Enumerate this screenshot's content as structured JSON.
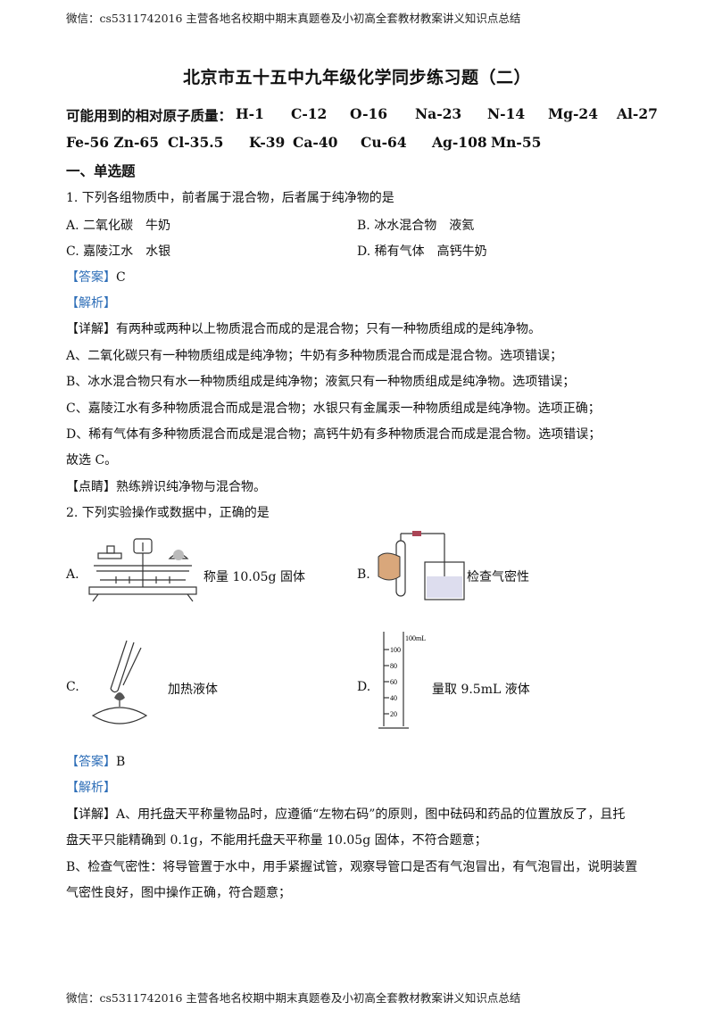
{
  "header": {
    "text": "微信：cs5311742016 主营各地名校期中期末真题卷及小初高全套教材教案讲义知识点总结"
  },
  "footer": {
    "text": "微信：cs5311742016 主营各地名校期中期末真题卷及小初高全套教材教案讲义知识点总结"
  },
  "title": "北京市五十五中九年级化学同步练习题（二）",
  "masses": {
    "label": "可能用到的相对原子质量：",
    "row1": [
      "H-1",
      "C-12",
      "O-16",
      "Na-23",
      "N-14",
      "Mg-24",
      "Al-27"
    ],
    "row2": [
      "Fe-56 Zn-65",
      "Cl-35.5",
      "K-39",
      "Ca-40",
      "Cu-64",
      "Ag-108",
      "Mn-55"
    ]
  },
  "section": "一、单选题",
  "q1": {
    "stem": "1. 下列各组物质中，前者属于混合物，后者属于纯净物的是",
    "options": {
      "A": "A. 二氧化碳　牛奶",
      "B": "B. 冰水混合物　液氦",
      "C": "C. 嘉陵江水　水银",
      "D": "D. 稀有气体　高钙牛奶"
    },
    "answer_tag": "【答案】",
    "answer": "C",
    "analysis_tag": "【解析】",
    "detail_tag": "【详解】",
    "detail": "有两种或两种以上物质混合而成的是混合物；只有一种物质组成的是纯净物。",
    "lines": [
      "A、二氧化碳只有一种物质组成是纯净物；牛奶有多种物质混合而成是混合物。选项错误；",
      "B、冰水混合物只有水一种物质组成是纯净物；液氦只有一种物质组成是纯净物。选项错误；",
      "C、嘉陵江水有多种物质混合而成是混合物；水银只有金属汞一种物质组成是纯净物。选项正确；",
      "D、稀有气体有多种物质混合而成是混合物；高钙牛奶有多种物质混合而成是混合物。选项错误；",
      "故选 C。"
    ],
    "comment_tag": "【点睛】",
    "comment": "熟练辨识纯净物与混合物。"
  },
  "q2": {
    "stem": "2. 下列实验操作或数据中，正确的是",
    "options": {
      "A_letter": "A.",
      "A_text": "称量 10.05g 固体",
      "B_letter": "B.",
      "B_text": "检查气密性",
      "C_letter": "C.",
      "C_text": "加热液体",
      "D_letter": "D.",
      "D_text": "量取 9.5mL 液体"
    },
    "cylinder": {
      "capacity": "100mL",
      "ticks": [
        "100",
        "80",
        "60",
        "40",
        "20"
      ]
    },
    "answer_tag": "【答案】",
    "answer": "B",
    "analysis_tag": "【解析】",
    "detail_tag": "【详解】",
    "lines": [
      "A、用托盘天平称量物品时，应遵循“左物右码”的原则，图中砝码和药品的位置放反了，且托",
      "盘天平只能精确到 0.1g，不能用托盘天平称量 10.05g 固体，不符合题意；",
      "B、检查气密性：将导管置于水中，用手紧握试管，观察导管口是否有气泡冒出，有气泡冒出，说明装置",
      "气密性良好，图中操作正确，符合题意；"
    ]
  }
}
